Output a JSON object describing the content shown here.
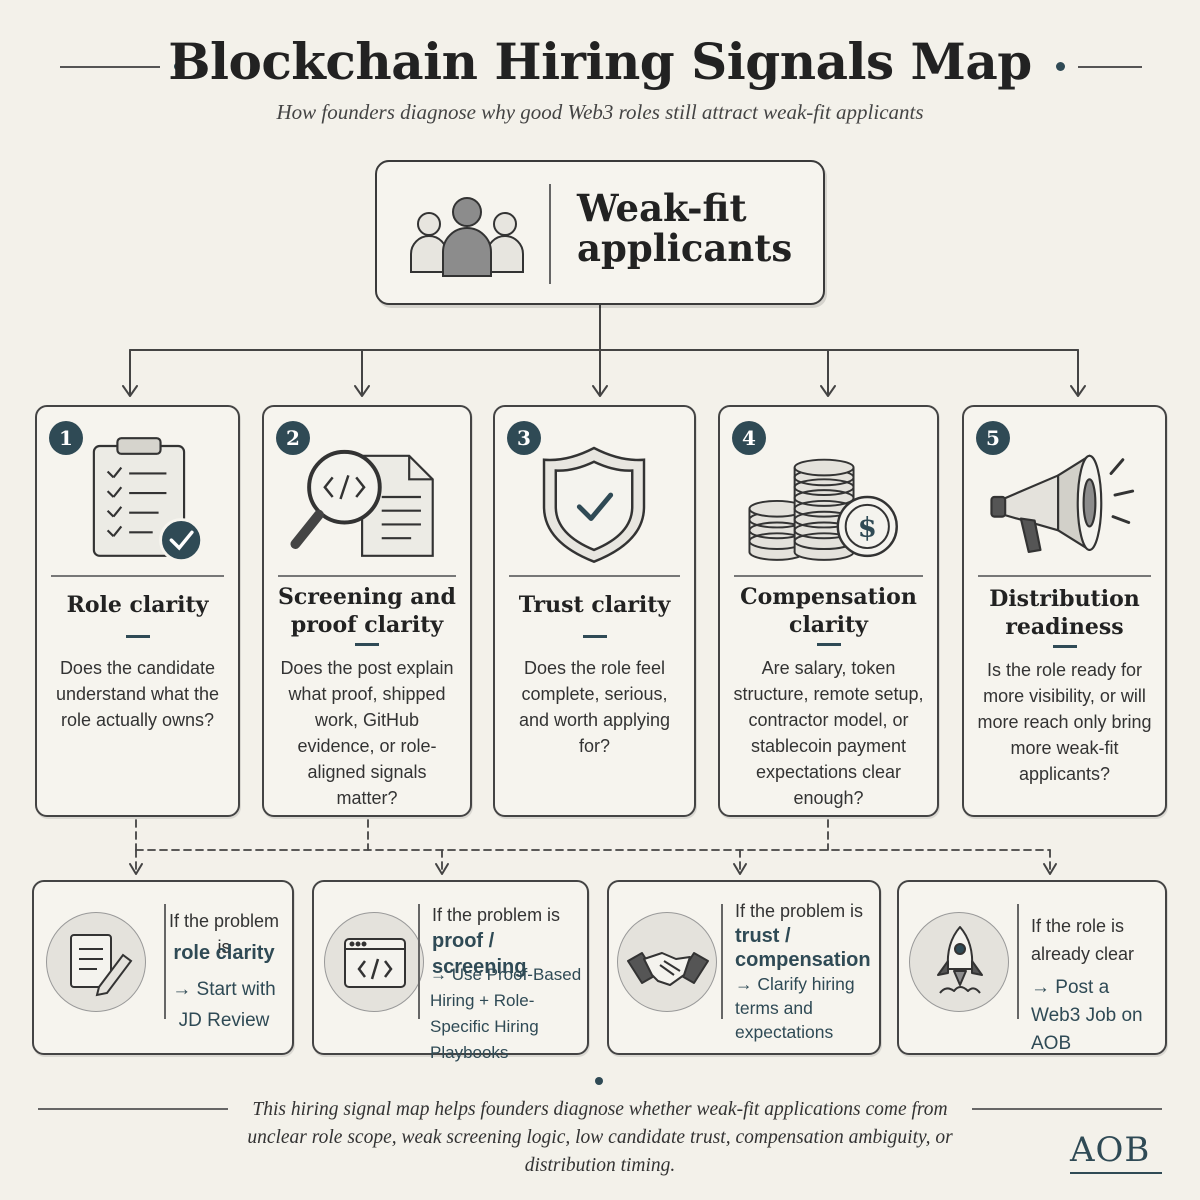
{
  "header": {
    "title": "Blockchain Hiring Signals Map",
    "subtitle": "How founders diagnose why good Web3 roles still attract weak-fit applicants"
  },
  "root": {
    "label": "Weak-fit applicants",
    "icon": "people-group-icon"
  },
  "signals": [
    {
      "number": "1",
      "title": "Role clarity",
      "icon": "clipboard-checklist-icon",
      "question": "Does the candidate understand what the role actually owns?"
    },
    {
      "number": "2",
      "title": "Screening and proof clarity",
      "icon": "magnifier-code-document-icon",
      "question": "Does the post explain what proof, shipped work, GitHub evidence, or role-aligned signals matter?"
    },
    {
      "number": "3",
      "title": "Trust clarity",
      "icon": "shield-check-icon",
      "question": "Does the role feel complete, serious, and worth applying for?"
    },
    {
      "number": "4",
      "title": "Compensation clarity",
      "icon": "coin-stack-dollar-icon",
      "question": "Are salary, token structure, remote setup, contractor model, or stablecoin payment expectations clear enough?"
    },
    {
      "number": "5",
      "title": "Distribution readiness",
      "icon": "megaphone-icon",
      "question": "Is the role ready for more visibility, or will more reach only bring more weak-fit applicants?"
    }
  ],
  "actions": [
    {
      "icon": "document-pencil-icon",
      "intro": "If the problem is",
      "focus": "role clarity",
      "action": "→ Start with JD Review"
    },
    {
      "icon": "code-window-icon",
      "intro": "If the problem is",
      "focus": "proof / screening",
      "action": "→ Use Proof-Based Hiring + Role-Specific Hiring Playbooks"
    },
    {
      "icon": "handshake-icon",
      "intro": "If the problem is",
      "focus": "trust / compensation",
      "action": "→ Clarify hiring terms and expectations"
    },
    {
      "icon": "rocket-icon",
      "intro": "If the role is already clear",
      "focus": "",
      "action": "→ Post a Web3 Job on AOB"
    }
  ],
  "footer": {
    "text": "This hiring signal map helps founders diagnose whether weak-fit applications come from unclear role scope, weak screening logic, low candidate trust, compensation ambiguity, or distribution timing.",
    "brand": "AOB"
  },
  "colors": {
    "accent": "#2f4a55",
    "background": "#f3f1ea",
    "ink": "#2b2b2b"
  }
}
